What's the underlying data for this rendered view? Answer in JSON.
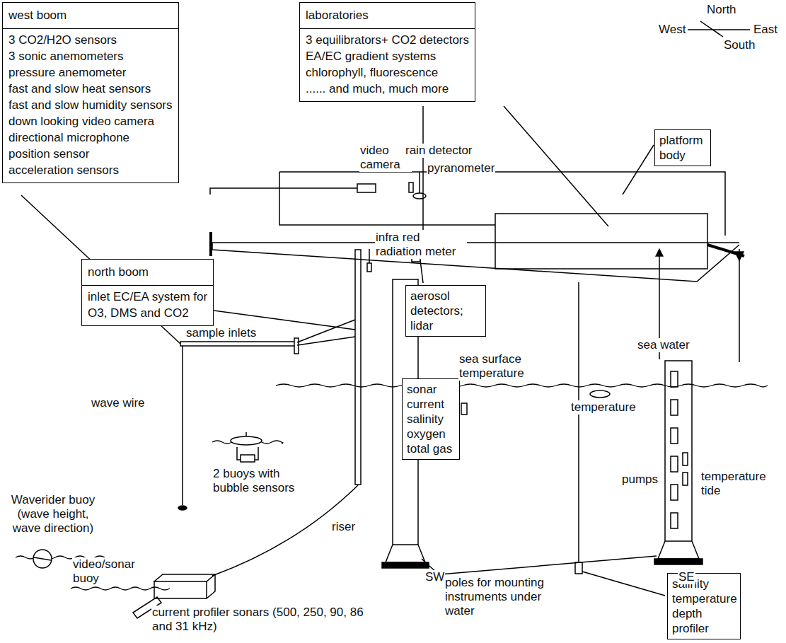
{
  "diagram": {
    "nodes": [
      {
        "text": [
          "west boom",
          "3 CO2/H2O sensors",
          "3 sonic anemometers",
          "pressure anemometer",
          "fast and slow heat sensors",
          "fast and slow humidity sensors",
          "down looking video camera",
          "directional microphone",
          "position sensor",
          "acceleration sensors"
        ]
      },
      {
        "text": [
          "laboratories",
          "3 equilibrators+ CO2 detectors",
          "EA/EC gradient systems",
          "chlorophyll, fluorescence",
          "...... and much, much more"
        ]
      },
      {
        "text": [
          "north boom",
          "inlet EC/EA system for",
          "O3, DMS and CO2"
        ]
      },
      {
        "text": [
          "platform body"
        ]
      },
      {
        "text": [
          "aerosol detectors; lidar"
        ]
      },
      {
        "text": [
          "sonar current salinity oxygen total gas"
        ]
      },
      {
        "text": [
          "salinity temperature depth profiler"
        ]
      }
    ],
    "labels": [
      "video camera",
      "rain detector",
      "pyranometer",
      "North",
      "West",
      "East",
      "South",
      "infra red radiation meter",
      "sample inlets",
      "wave wire",
      "sea surface temperature",
      "sea water",
      "temperature",
      "Waverider buoy (wave height, wave direction)",
      "2 buoys with bubble sensors",
      "pumps",
      "temperature tide",
      "riser",
      "video/sonar buoy",
      "SW",
      "SE",
      "poles for mounting instruments under water",
      "current profiler sonars (500, 250, 90, 86 and 31 kHz)"
    ]
  }
}
